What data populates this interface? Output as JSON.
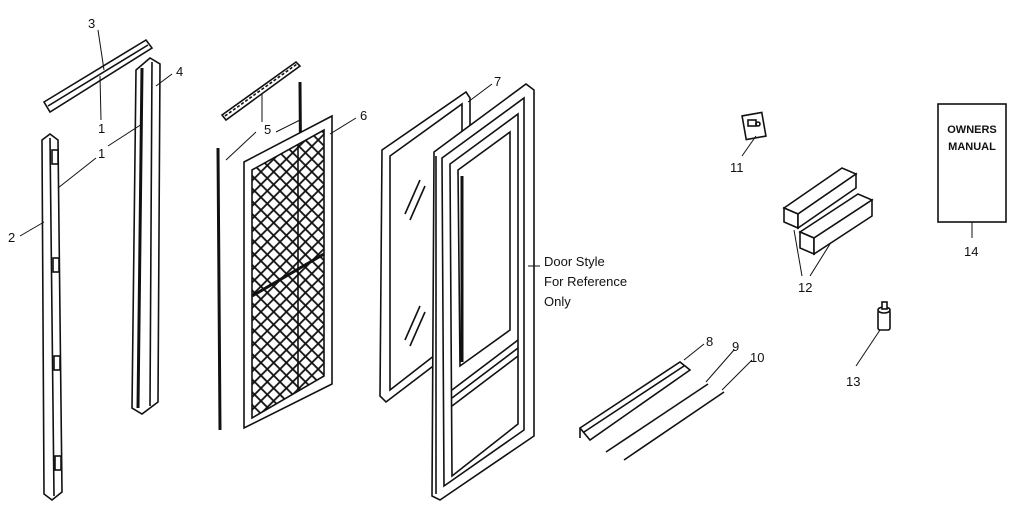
{
  "callouts": {
    "c1": "1",
    "c2": "2",
    "c3": "3",
    "c4": "4",
    "c5": "5",
    "c6": "6",
    "c7": "7",
    "c8": "8",
    "c9": "9",
    "c10": "10",
    "c11": "11",
    "c12": "12",
    "c13": "13",
    "c14": "14"
  },
  "note": {
    "line1": "Door Style",
    "line2": "For Reference",
    "line3": "Only"
  },
  "manual": {
    "line1": "OWNERS",
    "line2": "MANUAL"
  }
}
